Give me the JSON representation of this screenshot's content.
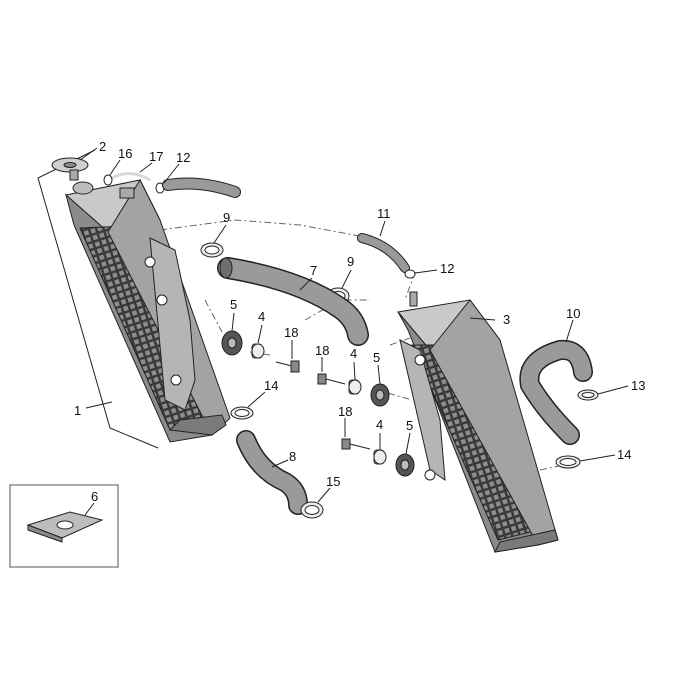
{
  "colors": {
    "part_light": "#cfcfcf",
    "part_mid": "#a9a9a9",
    "part_dark": "#7a7a7a",
    "core_grid": "#2a2a2a",
    "hose": "#9a9a9a",
    "line": "#222222"
  },
  "callouts": {
    "c1": "1",
    "c2": "2",
    "c3": "3",
    "c4a": "4",
    "c4b": "4",
    "c4c": "4",
    "c5a": "5",
    "c5b": "5",
    "c5c": "5",
    "c6": "6",
    "c7": "7",
    "c8": "8",
    "c9a": "9",
    "c9b": "9",
    "c10": "10",
    "c11": "11",
    "c12a": "12",
    "c12b": "12",
    "c13": "13",
    "c14a": "14",
    "c14b": "14",
    "c15": "15",
    "c16": "16",
    "c17": "17",
    "c18a": "18",
    "c18b": "18",
    "c18c": "18"
  }
}
